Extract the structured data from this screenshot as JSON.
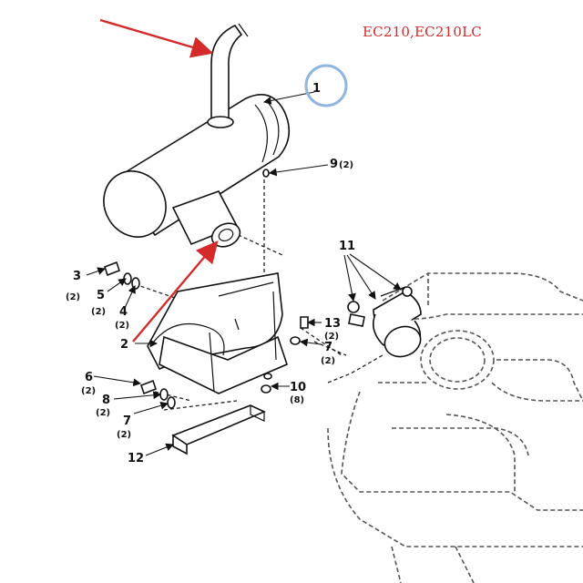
{
  "model_label": "EC210,EC210LC",
  "colors": {
    "annotation_arrow": "#d42a2a",
    "highlight_circle": "#8fb5e0",
    "model_label": "#d42a2a"
  },
  "callouts": {
    "c1": {
      "number": "1",
      "qty": ""
    },
    "c2": {
      "number": "2",
      "qty": ""
    },
    "c3": {
      "number": "3",
      "qty": "(2)"
    },
    "c4": {
      "number": "4",
      "qty": "(2)"
    },
    "c5": {
      "number": "5",
      "qty": "(2)"
    },
    "c6": {
      "number": "6",
      "qty": "(2)"
    },
    "c7a": {
      "number": "7",
      "qty": "(2)"
    },
    "c7b": {
      "number": "7",
      "qty": "(2)"
    },
    "c8": {
      "number": "8",
      "qty": "(2)"
    },
    "c9": {
      "number": "9",
      "qty": "(2)"
    },
    "c10": {
      "number": "10",
      "qty": "(8)"
    },
    "c11": {
      "number": "11",
      "qty": ""
    },
    "c12": {
      "number": "12",
      "qty": ""
    },
    "c13": {
      "number": "13",
      "qty": "(2)"
    }
  }
}
